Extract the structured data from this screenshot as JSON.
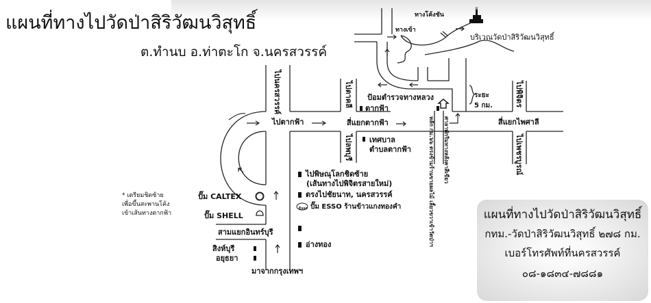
{
  "header": {
    "title": "แผนที่ทางไปวัดป่าสิริวัฒนวิสุทธิ์",
    "subtitle": "ต.ทำนบ อ.ท่าตะโก จ.นครสวรรค์"
  },
  "map": {
    "temple_area": "บริเวณวัดป่าสิริวัฒนวิสุทธิ์",
    "entrance": "ทางเข้า",
    "curved_road": "ทางโค้งชัน",
    "police_box_1": "ป้อมตำรวจทางหลวง",
    "police_box_2": "ตากฟ้า",
    "distance_1": "ระยะ",
    "distance_2": "5 กม.",
    "to_nakhon_sawan": "ไปนครสวรรค์",
    "to_takhli": "ไปตาคลี",
    "to_lopburi": "ไปลพบุรี",
    "to_phichit": "ไปพิจิตร",
    "to_phetchabun": "ไปเพชรบูรณ์",
    "to_takfa": "ไปตากฟ้า",
    "takfa_junction": "สี่แยกตากฟ้า",
    "phaisali_junction": "สี่แยกไพศาลี",
    "municipality_1": "เทศบาล",
    "municipality_2": "ตำบลตากฟ้า",
    "km_marker_1": "หลัก กม.๖๖",
    "km_marker_2": "ตรงข้ามร้านขายผลไม้ เลี้ยวขวาเข้าวัดป่าฯ",
    "rest_area": "ศาลาพักริมทางหลังคาสีเขียว",
    "note_1": "* เตรียมชิดซ้าย",
    "note_2": "เพื่อขึ้นสะพานโค้ง",
    "note_3": "เข้าเส้นทางตากฟ้า",
    "caltex": "ปั๊ม CALTEX",
    "shell": "ปั๊ม SHELL",
    "inburi_junction": "สามแยกอินทร์บุรี",
    "singburi": "สิงห์บุรี",
    "ayutthaya": "อยุธยา",
    "from_bangkok": "มาจากกรุงเทพฯ",
    "esso_logo": "Esso",
    "legend": {
      "keep_left_1": "ไปพิษณุโลกชิดซ้าย",
      "keep_left_2": "(เส้นทางไปพิจิตรสายใหม่)",
      "straight": "ตรงไปชัยนาท, นครสวรรค์",
      "esso": "ปั๊ม ESSO ร้านข้าวแกงทองคำ",
      "angthong": "อ่างทอง"
    }
  },
  "info_box": {
    "line1": "แผนที่ทางไปวัดป่าสิริวัฒนวิสุทธิ์",
    "line2": "กทม.-วัดป่าสิริวัฒนวิสุทธิ์ ๒๗๘ กม.",
    "line3": "เบอร์โทรศัพท์ที่นครสวรรค์",
    "phone": "๐๘-๑๘๓๔-๗๘๘๑"
  }
}
